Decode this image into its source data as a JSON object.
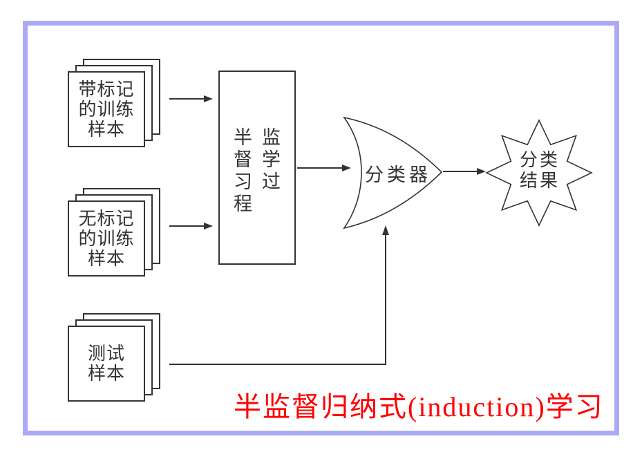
{
  "colors": {
    "frame": "#abaaf6",
    "ink": "#333333",
    "caption": "#ff0000"
  },
  "stacks": [
    {
      "name": "labeled-training-samples",
      "lines": [
        "带标记",
        "的训练",
        "样本"
      ]
    },
    {
      "name": "unlabeled-training-samples",
      "lines": [
        "无标记",
        "的训练",
        "样本"
      ]
    },
    {
      "name": "test-samples",
      "lines": [
        "测试",
        "样本"
      ]
    }
  ],
  "process_box": {
    "lines": [
      "半监",
      "督学",
      "习过",
      "程"
    ]
  },
  "classifier": {
    "label": "分类器"
  },
  "result_star": {
    "lines": [
      "分类",
      "结果"
    ]
  },
  "caption": {
    "text": "半监督归纳式(induction)学习"
  }
}
